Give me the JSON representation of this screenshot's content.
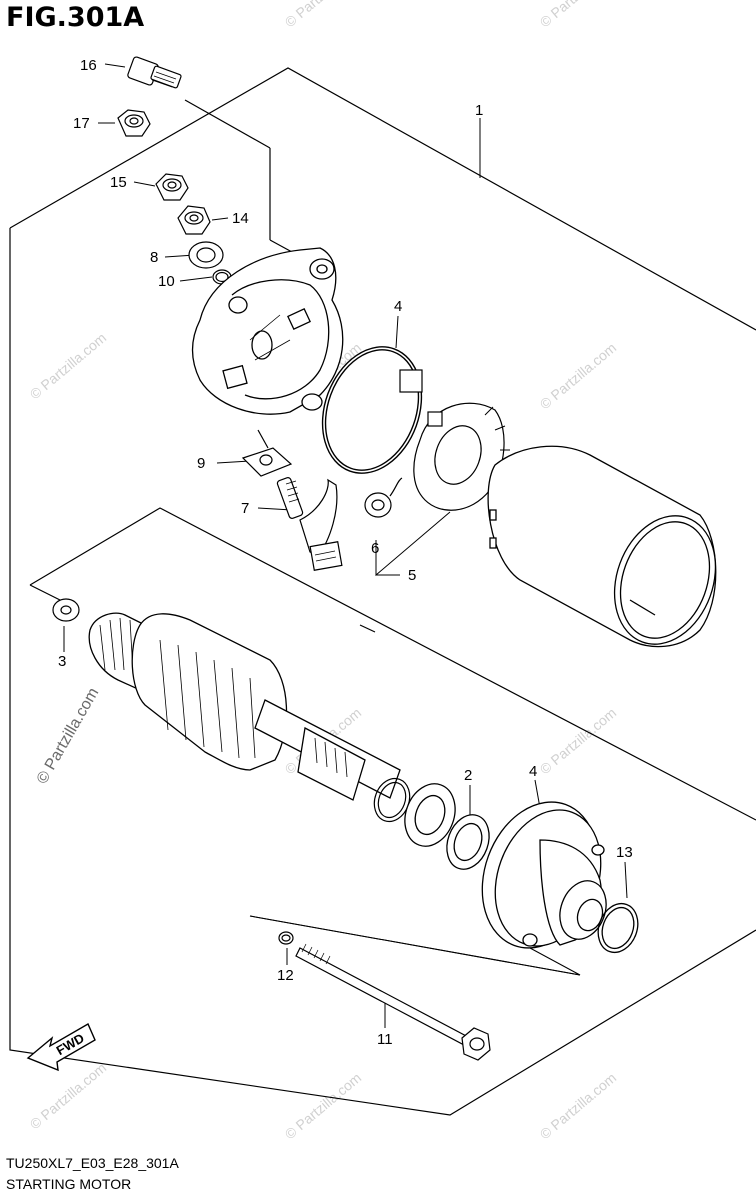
{
  "figure": {
    "title": "FIG.301A",
    "model_code": "TU250XL7_E03_E28_301A",
    "assembly_name": "STARTING MOTOR"
  },
  "callouts": {
    "c1": "1",
    "c2": "2",
    "c3": "3",
    "c4a": "4",
    "c4b": "4",
    "c5": "5",
    "c6": "6",
    "c7": "7",
    "c8": "8",
    "c9": "9",
    "c10": "10",
    "c11": "11",
    "c12": "12",
    "c13": "13",
    "c14": "14",
    "c15": "15",
    "c16": "16",
    "c17": "17"
  },
  "direction_arrow": {
    "label": "FWD",
    "icon": "fwd-arrow-icon"
  },
  "watermark": {
    "text": "© Partzilla.com",
    "short": "© Partzilla",
    "color": "#d0d0d0"
  }
}
